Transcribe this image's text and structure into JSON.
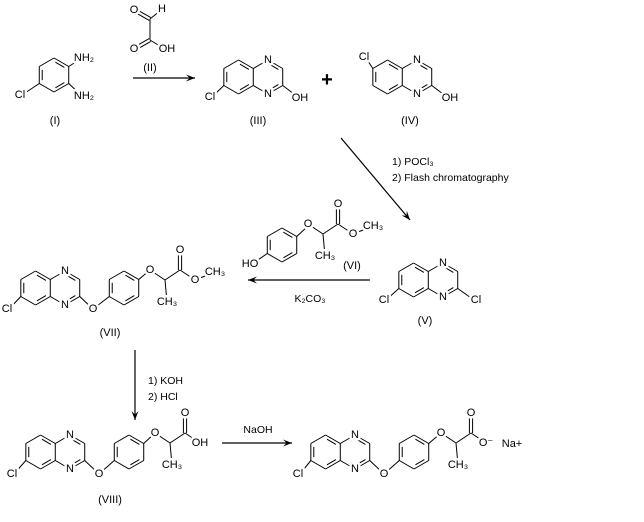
{
  "compounds": {
    "I": {
      "label": "(I)",
      "atoms": [
        "NH₂",
        "NH₂",
        "Cl"
      ]
    },
    "II": {
      "label": "(II)",
      "atoms": [
        "O",
        "H",
        "O",
        "OH"
      ]
    },
    "III": {
      "label": "(III)",
      "atoms": [
        "N",
        "N",
        "Cl",
        "OH"
      ]
    },
    "IV": {
      "label": "(IV)",
      "atoms": [
        "N",
        "N",
        "Cl",
        "OH"
      ]
    },
    "V": {
      "label": "(V)",
      "atoms": [
        "N",
        "N",
        "Cl",
        "Cl"
      ]
    },
    "VI": {
      "label": "(VI)",
      "atoms": [
        "HO",
        "O",
        "O",
        "O",
        "CH₃",
        "CH₃"
      ]
    },
    "VII": {
      "label": "(VII)",
      "atoms": [
        "N",
        "N",
        "Cl",
        "O",
        "O",
        "O",
        "O",
        "CH₃",
        "CH₃"
      ]
    },
    "VIII": {
      "label": "(VIII)",
      "atoms": [
        "N",
        "N",
        "Cl",
        "O",
        "O",
        "O",
        "OH",
        "CH₃"
      ]
    },
    "IX": {
      "atoms": [
        "N",
        "N",
        "Cl",
        "O",
        "O",
        "O",
        "O⁻",
        "CH₃"
      ],
      "counterion": "Na+"
    }
  },
  "plus": "+",
  "reagents": {
    "step2": [
      "1) POCl₃",
      "2) Flash chromatography"
    ],
    "step3": "K₂CO₃",
    "step4": [
      "1) KOH",
      "2) HCl"
    ],
    "step5": "NaOH"
  }
}
